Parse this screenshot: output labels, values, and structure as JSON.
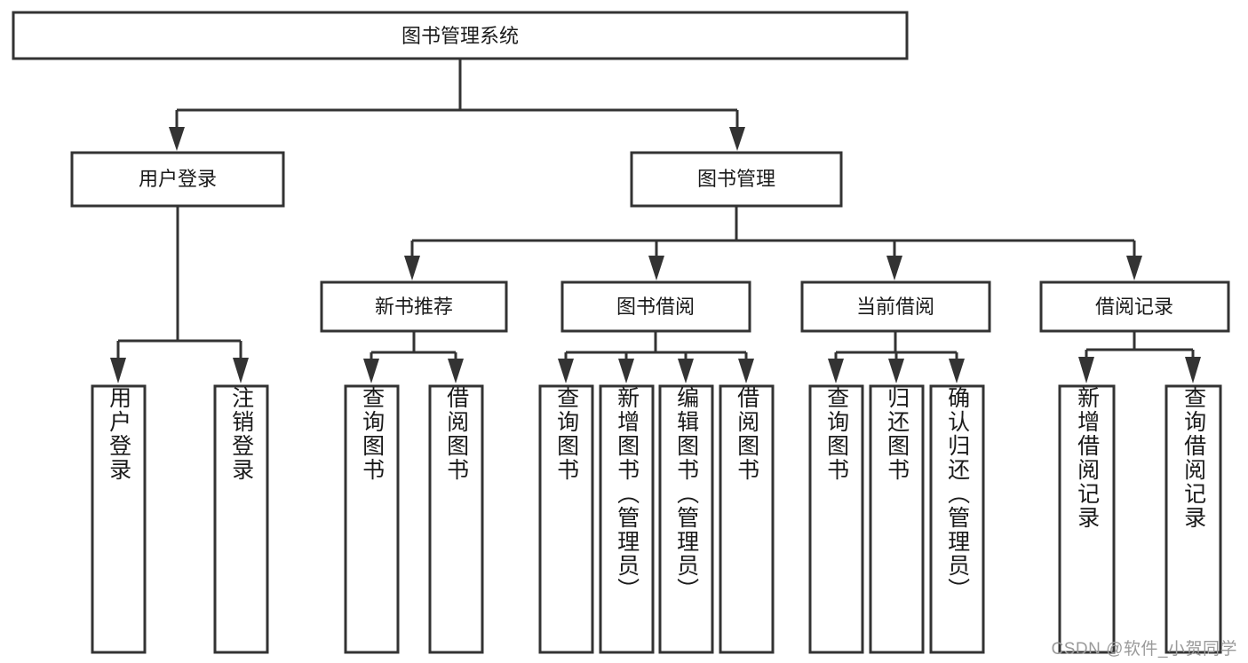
{
  "diagram": {
    "type": "hierarchy-tree",
    "title": "图书管理系统",
    "watermark": "CSDN @软件_小贺同学",
    "colors": {
      "box_fill": "#ffffff",
      "box_stroke": "#333333",
      "text": "#1a1a1a",
      "watermark": "#9a9a9a",
      "background": "#ffffff"
    },
    "levels": {
      "root": {
        "label": "图书管理系统"
      },
      "level2": [
        {
          "id": "user-login",
          "label": "用户登录"
        },
        {
          "id": "book-management",
          "label": "图书管理"
        }
      ],
      "level3": [
        {
          "id": "new-book-recommend",
          "label": "新书推荐",
          "parent": "book-management"
        },
        {
          "id": "book-borrow",
          "label": "图书借阅",
          "parent": "book-management"
        },
        {
          "id": "current-borrow",
          "label": "当前借阅",
          "parent": "book-management"
        },
        {
          "id": "borrow-record",
          "label": "借阅记录",
          "parent": "book-management"
        }
      ],
      "leaves": [
        {
          "id": "leaf-user-login",
          "label": "用户登录",
          "parent": "user-login"
        },
        {
          "id": "leaf-logout-login",
          "label": "注销登录",
          "parent": "user-login"
        },
        {
          "id": "leaf-query-book-1",
          "label": "查询图书",
          "parent": "new-book-recommend"
        },
        {
          "id": "leaf-borrow-book-1",
          "label": "借阅图书",
          "parent": "new-book-recommend"
        },
        {
          "id": "leaf-query-book-2",
          "label": "查询图书",
          "parent": "book-borrow"
        },
        {
          "id": "leaf-add-book",
          "label": "新增图书（管理员）",
          "parent": "book-borrow"
        },
        {
          "id": "leaf-edit-book",
          "label": "编辑图书（管理员）",
          "parent": "book-borrow"
        },
        {
          "id": "leaf-borrow-book-2",
          "label": "借阅图书",
          "parent": "book-borrow"
        },
        {
          "id": "leaf-query-book-3",
          "label": "查询图书",
          "parent": "current-borrow"
        },
        {
          "id": "leaf-return-book",
          "label": "归还图书",
          "parent": "current-borrow"
        },
        {
          "id": "leaf-confirm-return",
          "label": "确认归还（管理员）",
          "parent": "current-borrow"
        },
        {
          "id": "leaf-add-record",
          "label": "新增借阅记录",
          "parent": "borrow-record"
        },
        {
          "id": "leaf-query-record",
          "label": "查询借阅记录",
          "parent": "borrow-record"
        }
      ]
    }
  }
}
